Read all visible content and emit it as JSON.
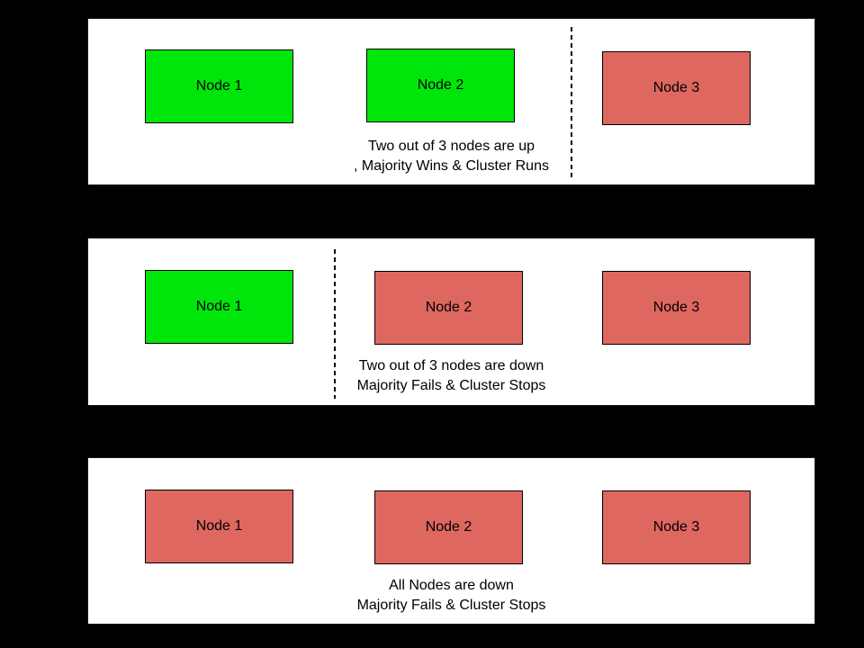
{
  "title": "Cluster quorum scenarios diagram",
  "colors": {
    "background": "#000000",
    "panel_background": "#ffffff",
    "node_up": "#00e60a",
    "node_down": "#de6760",
    "border": "#000000",
    "text": "#000000"
  },
  "panels": [
    {
      "name": "two-nodes-up",
      "nodes": [
        {
          "label": "Node 1",
          "status": "up"
        },
        {
          "label": "Node 2",
          "status": "up"
        },
        {
          "label": "Node 3",
          "status": "down"
        }
      ],
      "divider": {
        "present": true,
        "position": "between Node 2 and Node 3"
      },
      "caption": {
        "line1": "Two out of 3 nodes are up",
        "line2": ", Majority Wins & Cluster Runs"
      }
    },
    {
      "name": "two-nodes-down",
      "nodes": [
        {
          "label": "Node 1",
          "status": "up"
        },
        {
          "label": "Node 2",
          "status": "down"
        },
        {
          "label": "Node 3",
          "status": "down"
        }
      ],
      "divider": {
        "present": true,
        "position": "between Node 1 and Node 2"
      },
      "caption": {
        "line1": "Two out of 3 nodes are down",
        "line2": "Majority Fails & Cluster Stops"
      }
    },
    {
      "name": "all-nodes-down",
      "nodes": [
        {
          "label": "Node 1",
          "status": "down"
        },
        {
          "label": "Node 2",
          "status": "down"
        },
        {
          "label": "Node 3",
          "status": "down"
        }
      ],
      "divider": {
        "present": false,
        "position": ""
      },
      "caption": {
        "line1": "All Nodes are down",
        "line2": "Majority Fails & Cluster Stops"
      }
    }
  ]
}
